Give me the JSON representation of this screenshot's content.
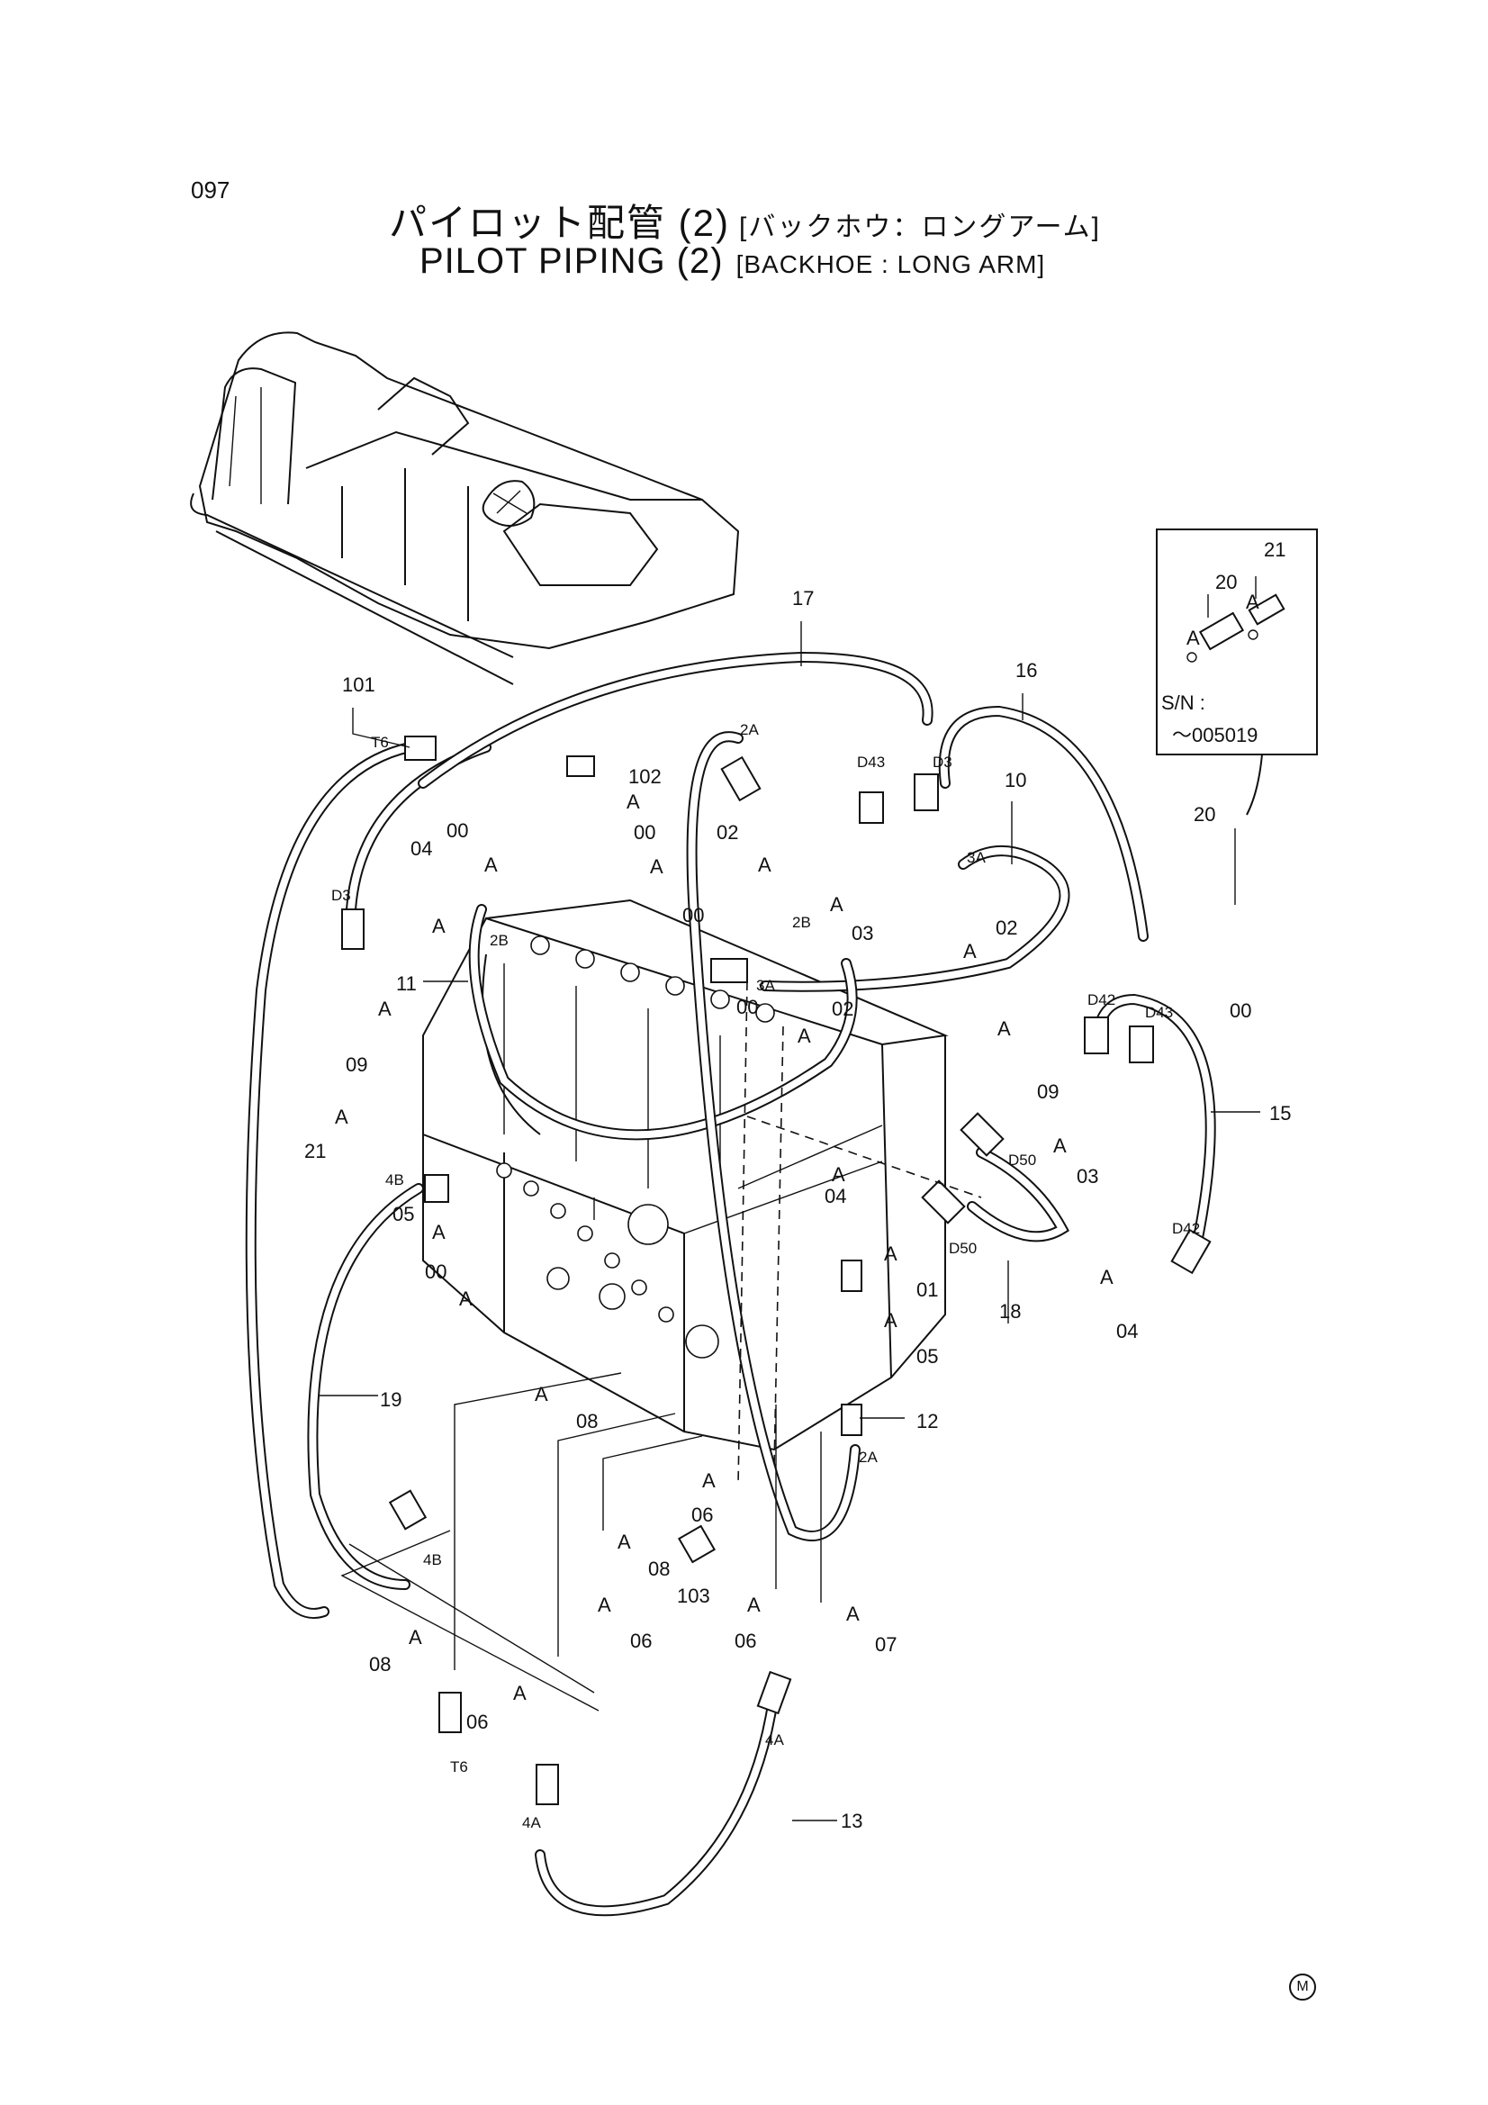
{
  "page": {
    "number": "097",
    "title_jp": "パイロット配管 (2)",
    "subtitle_jp": "[バックホウ：ロングアーム]",
    "title_en": "PILOT PIPING (2)",
    "subtitle_en": "[BACKHOE : LONG ARM]",
    "corner_mark": "M"
  },
  "inset": {
    "labels": [
      "20",
      "21",
      "A",
      "A"
    ],
    "serial_label": "S/N :",
    "serial_range": "～005019"
  },
  "callouts": {
    "c101": "101",
    "c17": "17",
    "c16": "16",
    "c10": "10",
    "c102": "102",
    "c20": "20",
    "c15": "15",
    "c11": "11",
    "c09a": "09",
    "c09b": "09",
    "c21": "21",
    "c04a": "04",
    "c04b": "04",
    "c04c": "04",
    "c00a": "00",
    "c00b": "00",
    "c00c": "00",
    "c00d": "00",
    "c00e": "00",
    "c00f": "00",
    "c02a": "02",
    "c02b": "02",
    "c02c": "02",
    "c03a": "03",
    "c03b": "03",
    "c05a": "05",
    "c05b": "05",
    "c01": "01",
    "c12": "12",
    "c18": "18",
    "c19": "19",
    "c08a": "08",
    "c08b": "08",
    "c08c": "08",
    "c06a": "06",
    "c06b": "06",
    "c06c": "06",
    "c06d": "06",
    "c07": "07",
    "c103": "103",
    "c13": "13"
  },
  "ports": {
    "T6a": "T6",
    "T6b": "T6",
    "D3a": "D3",
    "D3b": "D3",
    "D43a": "D43",
    "D43b": "D43",
    "D42a": "D42",
    "D42b": "D42",
    "D50a": "D50",
    "D50b": "D50",
    "p2A_a": "2A",
    "p2A_b": "2A",
    "p2B_a": "2B",
    "p2B_b": "2B",
    "p3A_a": "3A",
    "p3A_b": "3A",
    "p4B_a": "4B",
    "p4B_b": "4B",
    "p4A_a": "4A",
    "p4A_b": "4A"
  },
  "detail_ref": "A"
}
